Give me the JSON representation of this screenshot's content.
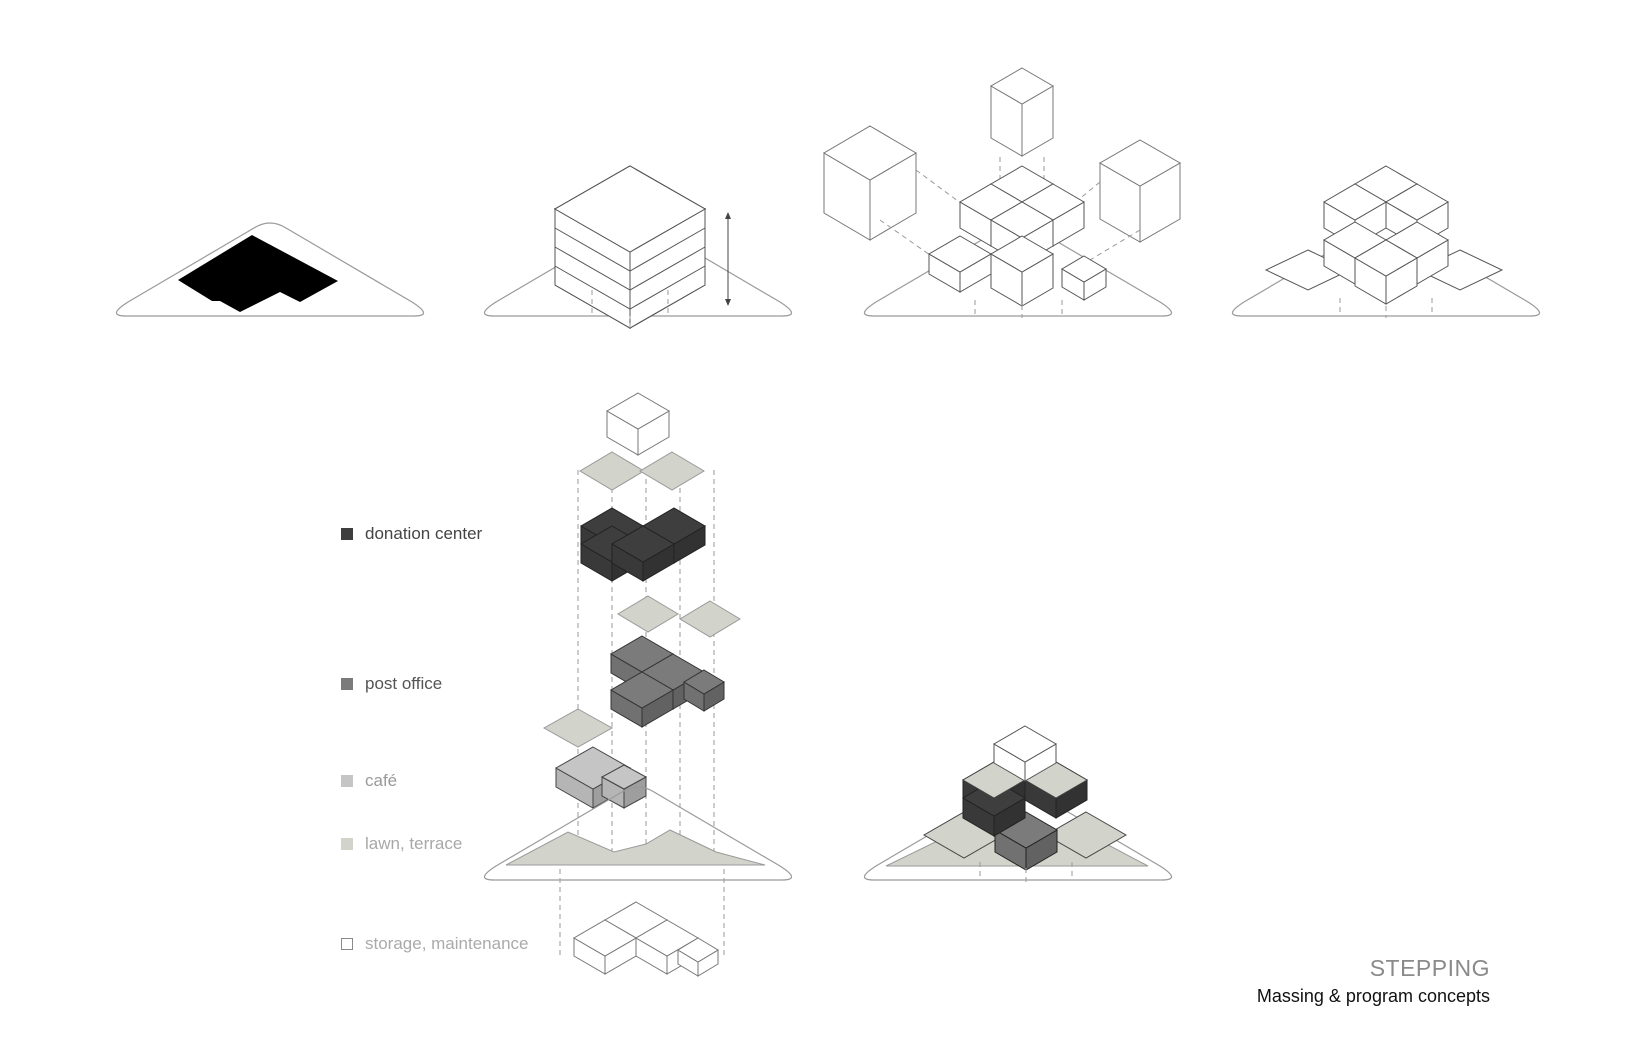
{
  "colors": {
    "donation_center": "#3e3e3e",
    "post_office": "#7b7b7b",
    "cafe": "#c5c5c5",
    "lawn_terrace": "#d2d3cb",
    "storage_maintenance": "#ffffff",
    "line": "#444444",
    "dash": "#9a9a9a"
  },
  "legend": [
    {
      "label": "donation center",
      "swatch": "donation_center",
      "text_color": "#444444"
    },
    {
      "label": "post office",
      "swatch": "post_office",
      "text_color": "#555555"
    },
    {
      "label": "café",
      "swatch": "cafe",
      "text_color": "#9a9a9a"
    },
    {
      "label": "lawn, terrace",
      "swatch": "lawn_terrace",
      "text_color": "#a8a8a8"
    },
    {
      "label": "storage, maintenance",
      "swatch": "storage_maintenance",
      "text_color": "#aaaaaa"
    }
  ],
  "title": "STEPPING",
  "subtitle": "Massing & program concepts"
}
